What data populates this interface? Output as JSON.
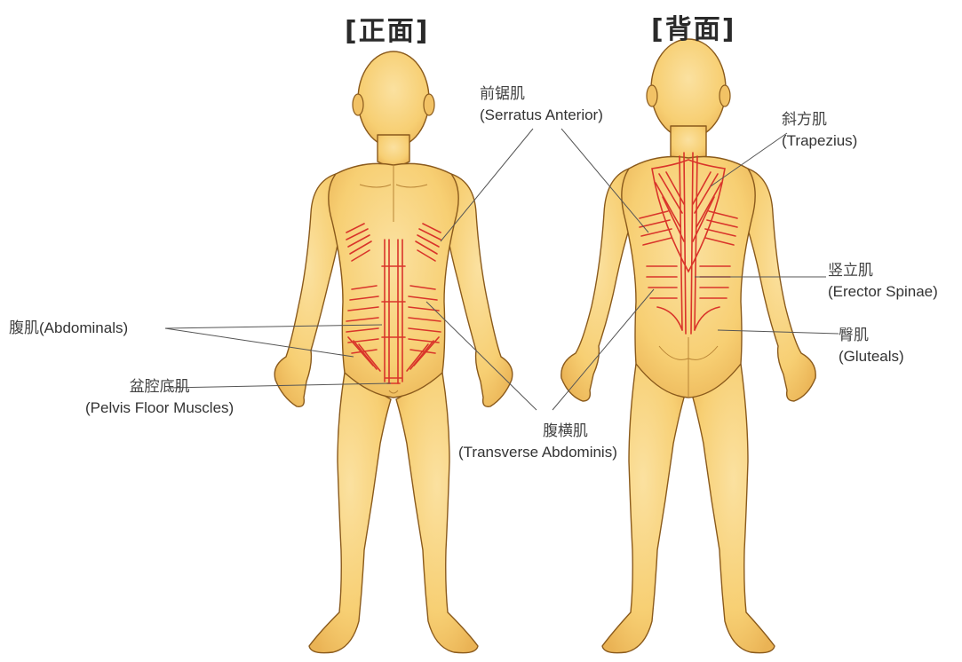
{
  "views": {
    "front": {
      "title": "[正面]"
    },
    "back": {
      "title": "[背面]"
    }
  },
  "labels": {
    "serratus": {
      "zh": "前锯肌",
      "en": "(Serratus Anterior)"
    },
    "trapezius": {
      "zh": "斜方肌",
      "en": "(Trapezius)"
    },
    "erector": {
      "zh": "竖立肌",
      "en": "(Erector Spinae)"
    },
    "gluteals": {
      "zh": "臀肌",
      "en": "(Gluteals)"
    },
    "abdominals": {
      "zh": "腹肌",
      "en": "(Abdominals)"
    },
    "pelvis": {
      "zh": "盆腔底肌",
      "en": "(Pelvis Floor Muscles)"
    },
    "transverse": {
      "zh": "腹横肌",
      "en": "(Transverse Abdominis)"
    }
  },
  "colors": {
    "skin": "#f7cf73",
    "skin_shade": "#e9aa4a",
    "outline": "#8a5a1c",
    "muscle": "#d9342a",
    "leader": "#555555"
  }
}
